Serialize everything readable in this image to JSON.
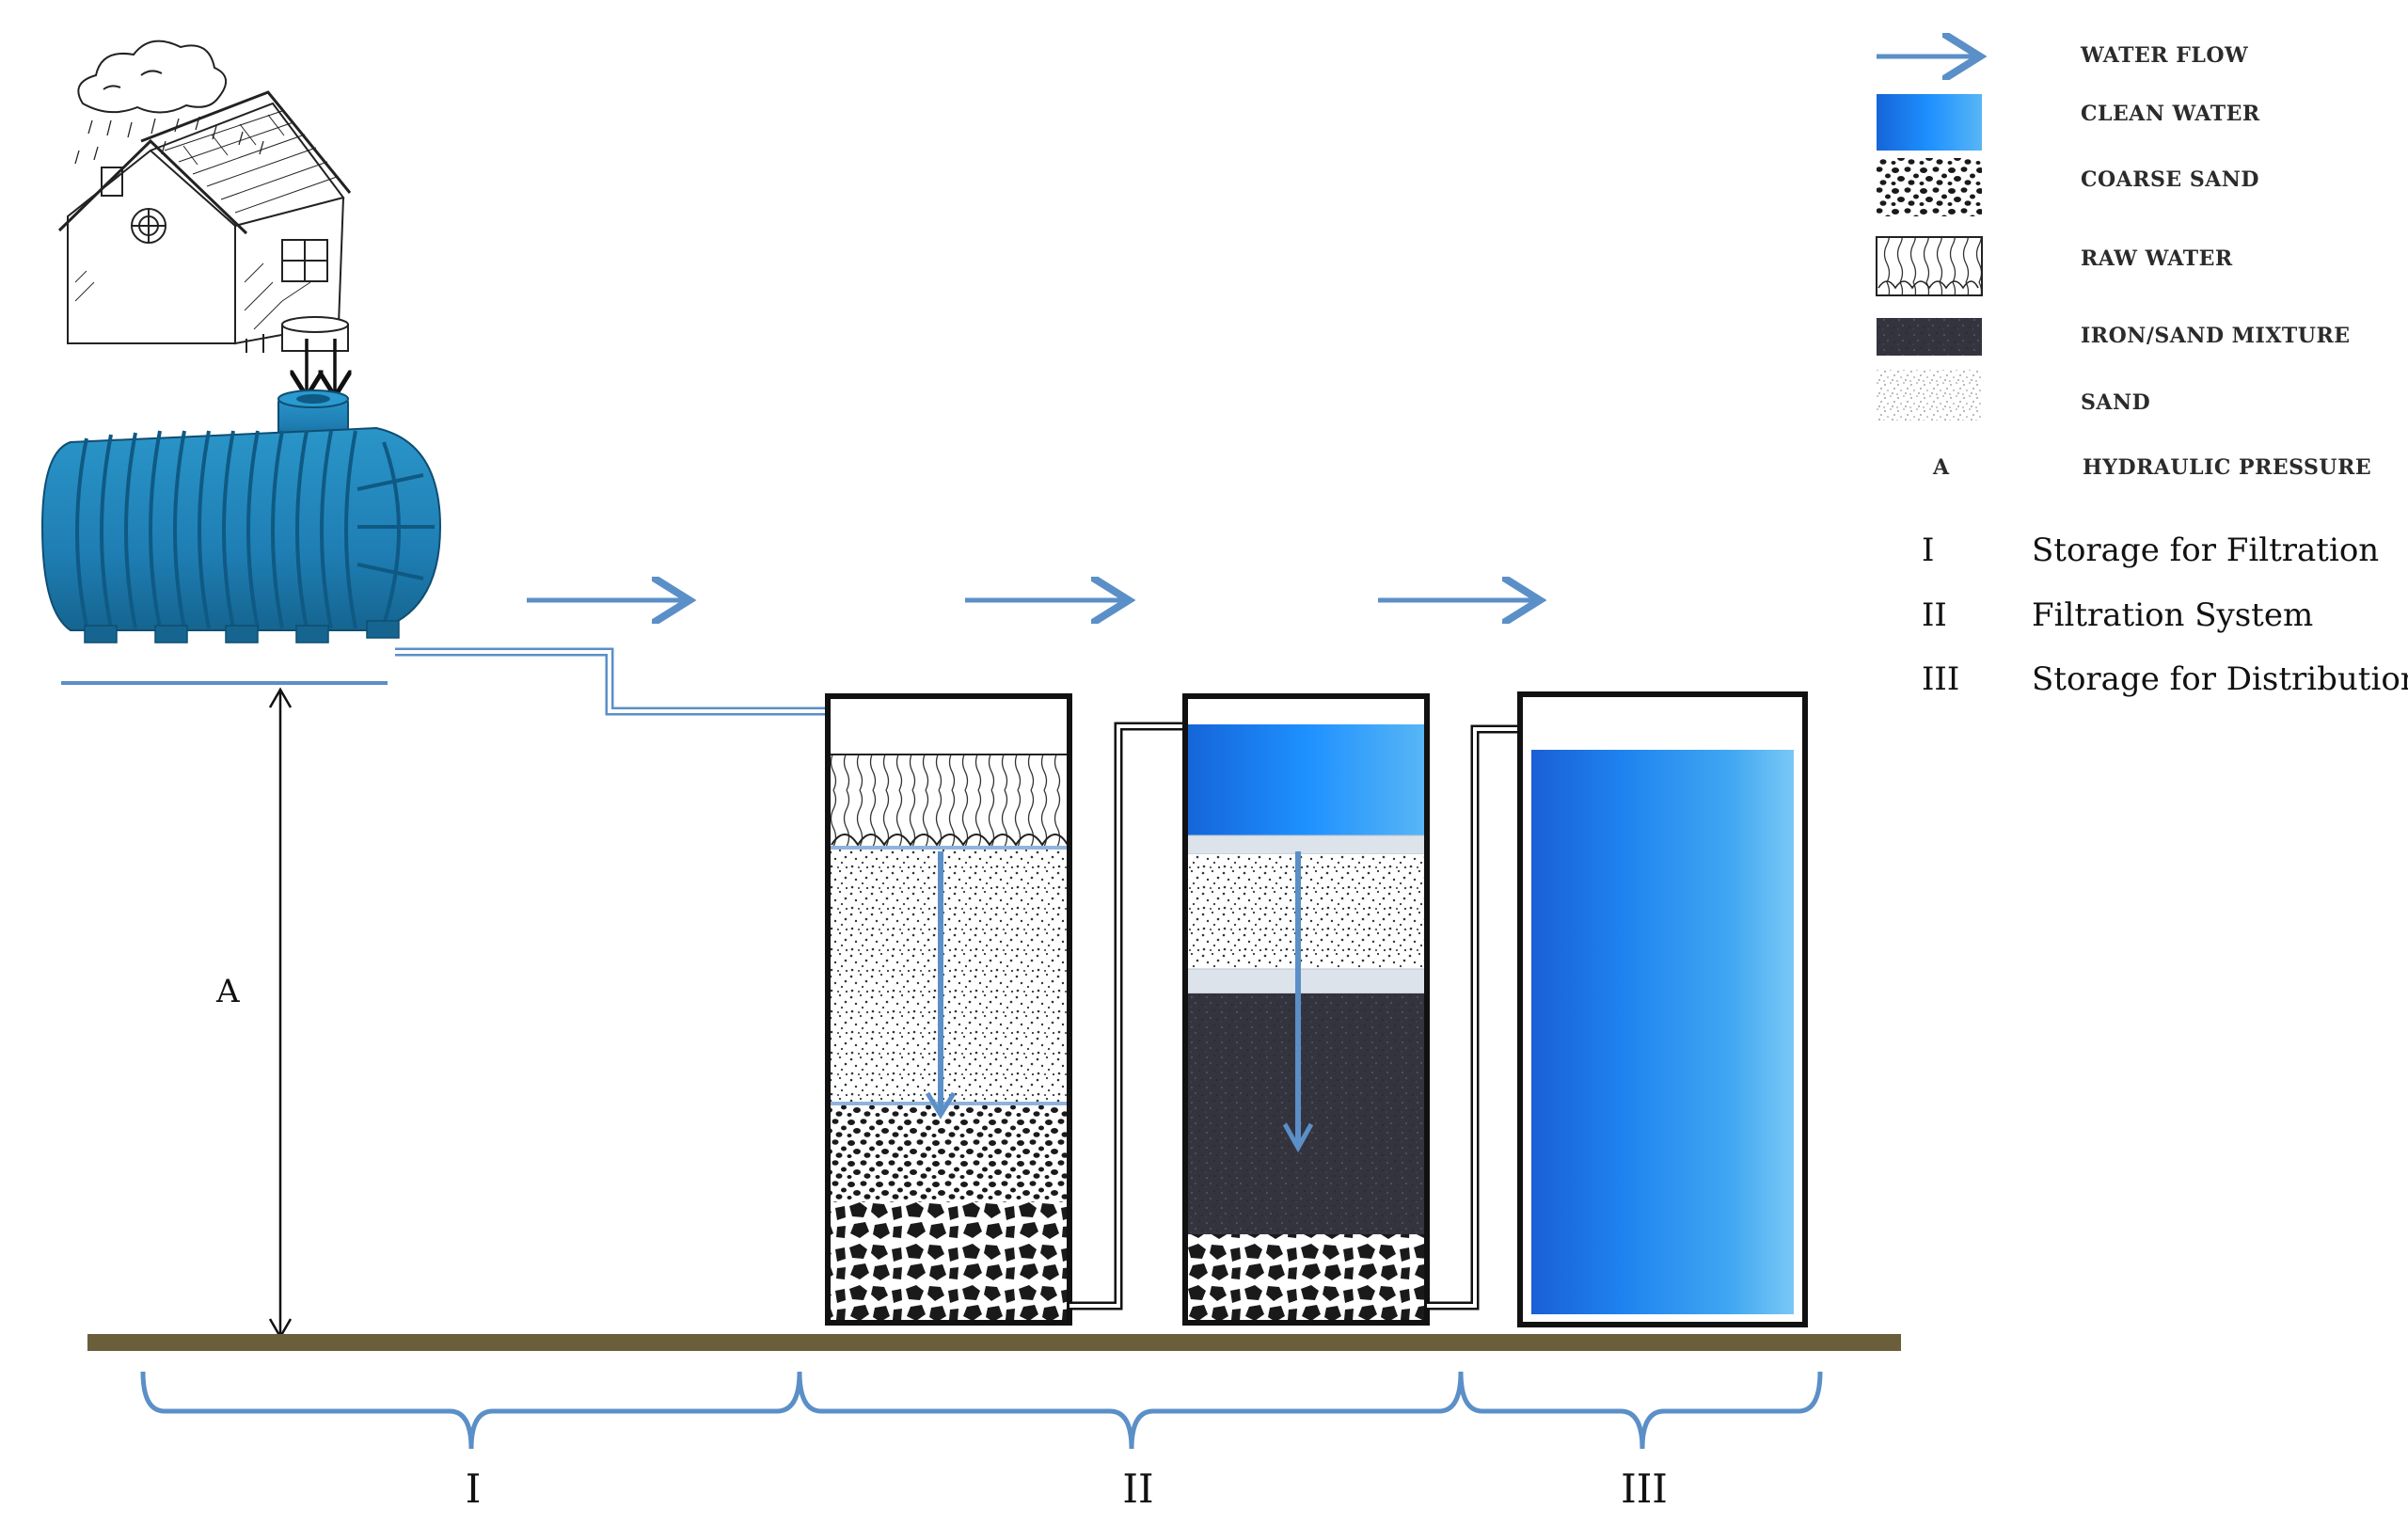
{
  "legend": {
    "items": [
      {
        "key": "water_flow",
        "label": "WATER FLOW"
      },
      {
        "key": "clean_water",
        "label": "CLEAN WATER"
      },
      {
        "key": "coarse_sand",
        "label": "COARSE SAND"
      },
      {
        "key": "raw_water",
        "label": "RAW WATER"
      },
      {
        "key": "iron_sand",
        "label": "IRON/SAND MIXTURE"
      },
      {
        "key": "sand",
        "label": "SAND"
      },
      {
        "key": "hydraulic",
        "symbol": "A",
        "label": "HYDRAULIC PRESSURE"
      }
    ],
    "sections": [
      {
        "numeral": "I",
        "text": "Storage for Filtration"
      },
      {
        "numeral": "II",
        "text": "Filtration System"
      },
      {
        "numeral": "III",
        "text": "Storage for Distribution"
      }
    ]
  },
  "diagram": {
    "pressure_label": "A",
    "section_labels": [
      "I",
      "II",
      "III"
    ]
  },
  "colors": {
    "flow_arrow": "#5b8fc7",
    "clean_water": "#1e7fe8",
    "tank_blue": "#1f7fb5",
    "ground": "#6b5e3a",
    "iron_sand": "#3a3a44"
  }
}
